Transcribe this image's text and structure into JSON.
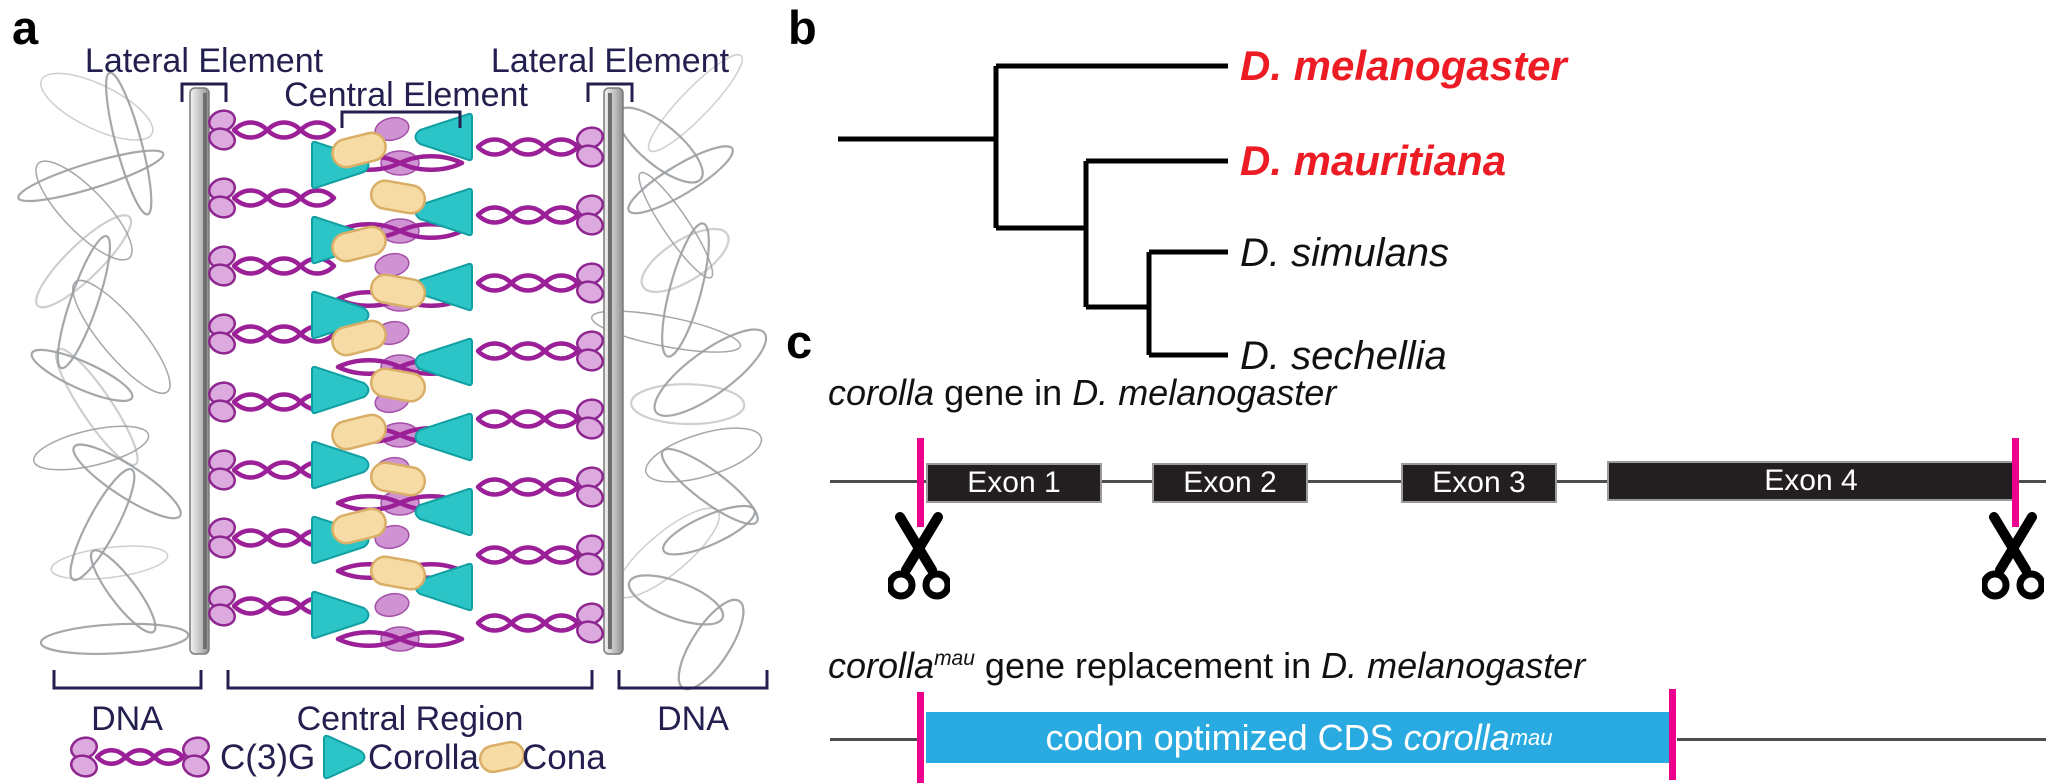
{
  "colors": {
    "accent_pink": "#ec008c",
    "cds_cyan": "#29abe2",
    "exon_black": "#231f20",
    "highlight_red": "#ed1c24",
    "label_navy": "#23204f",
    "strand_purple": "#9b1f97",
    "lobe_fill": "#dcaade",
    "lobe_stroke": "#8f2790",
    "corolla_teal": "#2cc5c7",
    "corolla_teal_dark": "#119fa2",
    "cona_fill": "#f6dba4",
    "cona_stroke": "#d9ae67",
    "central_blob": "#cf92d2",
    "central_blob_stroke": "#a44fa8",
    "dna_gray": "#9b9fa2",
    "line_gray": "#4d4d4d"
  },
  "panel_a": {
    "letter": "a",
    "labels": {
      "lateral_left": "Lateral Element",
      "central_element": "Central Element",
      "lateral_right": "Lateral Element",
      "dna_left": "DNA",
      "central_region": "Central Region",
      "dna_right": "DNA"
    },
    "legend": [
      {
        "label": "C(3)G"
      },
      {
        "label": "Corolla"
      },
      {
        "label": "Cona"
      }
    ]
  },
  "panel_b": {
    "letter": "b",
    "species": [
      {
        "label": "D. melanogaster",
        "highlighted": true
      },
      {
        "label": "D. mauritiana",
        "highlighted": true
      },
      {
        "label": "D. simulans",
        "highlighted": false
      },
      {
        "label": "D. sechellia",
        "highlighted": false
      }
    ]
  },
  "panel_c": {
    "letter": "c",
    "title_wt": {
      "gene_italic": "corolla",
      "mid": " gene in ",
      "species_italic": "D. melanogaster"
    },
    "title_replacement": {
      "gene_italic": "corolla",
      "sup": "mau",
      "mid": " gene replacement in ",
      "species_italic": "D. melanogaster"
    },
    "exons": [
      {
        "label": "Exon 1"
      },
      {
        "label": "Exon 2"
      },
      {
        "label": "Exon 3"
      },
      {
        "label": "Exon 4"
      }
    ],
    "cds_label": {
      "pre": "codon optimized CDS ",
      "gene_italic": "corolla",
      "sup": "mau"
    }
  }
}
